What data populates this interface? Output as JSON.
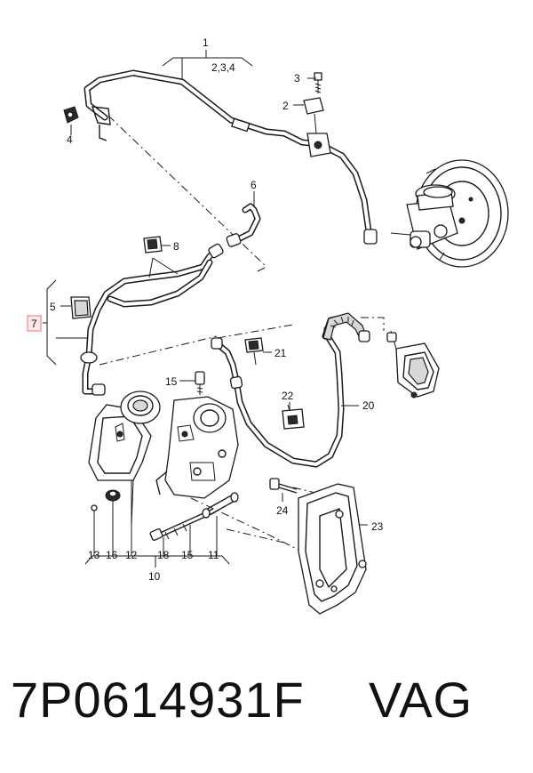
{
  "callouts": {
    "c1": "1",
    "c1_sub": "2,3,4",
    "c2": "2",
    "c3": "3",
    "c4": "4",
    "c5": "5",
    "c6": "6",
    "c7": "7",
    "c8": "8",
    "c10": "10",
    "c15": "15",
    "c20": "20",
    "c21": "21",
    "c22": "22",
    "c23": "23",
    "c24": "24",
    "bottom_row": [
      "13",
      "16",
      "12",
      "18",
      "15",
      "11"
    ]
  },
  "highlight_color": "#e88b8b",
  "footer": {
    "part_number": "7P0614931F",
    "brand": "VAG"
  }
}
